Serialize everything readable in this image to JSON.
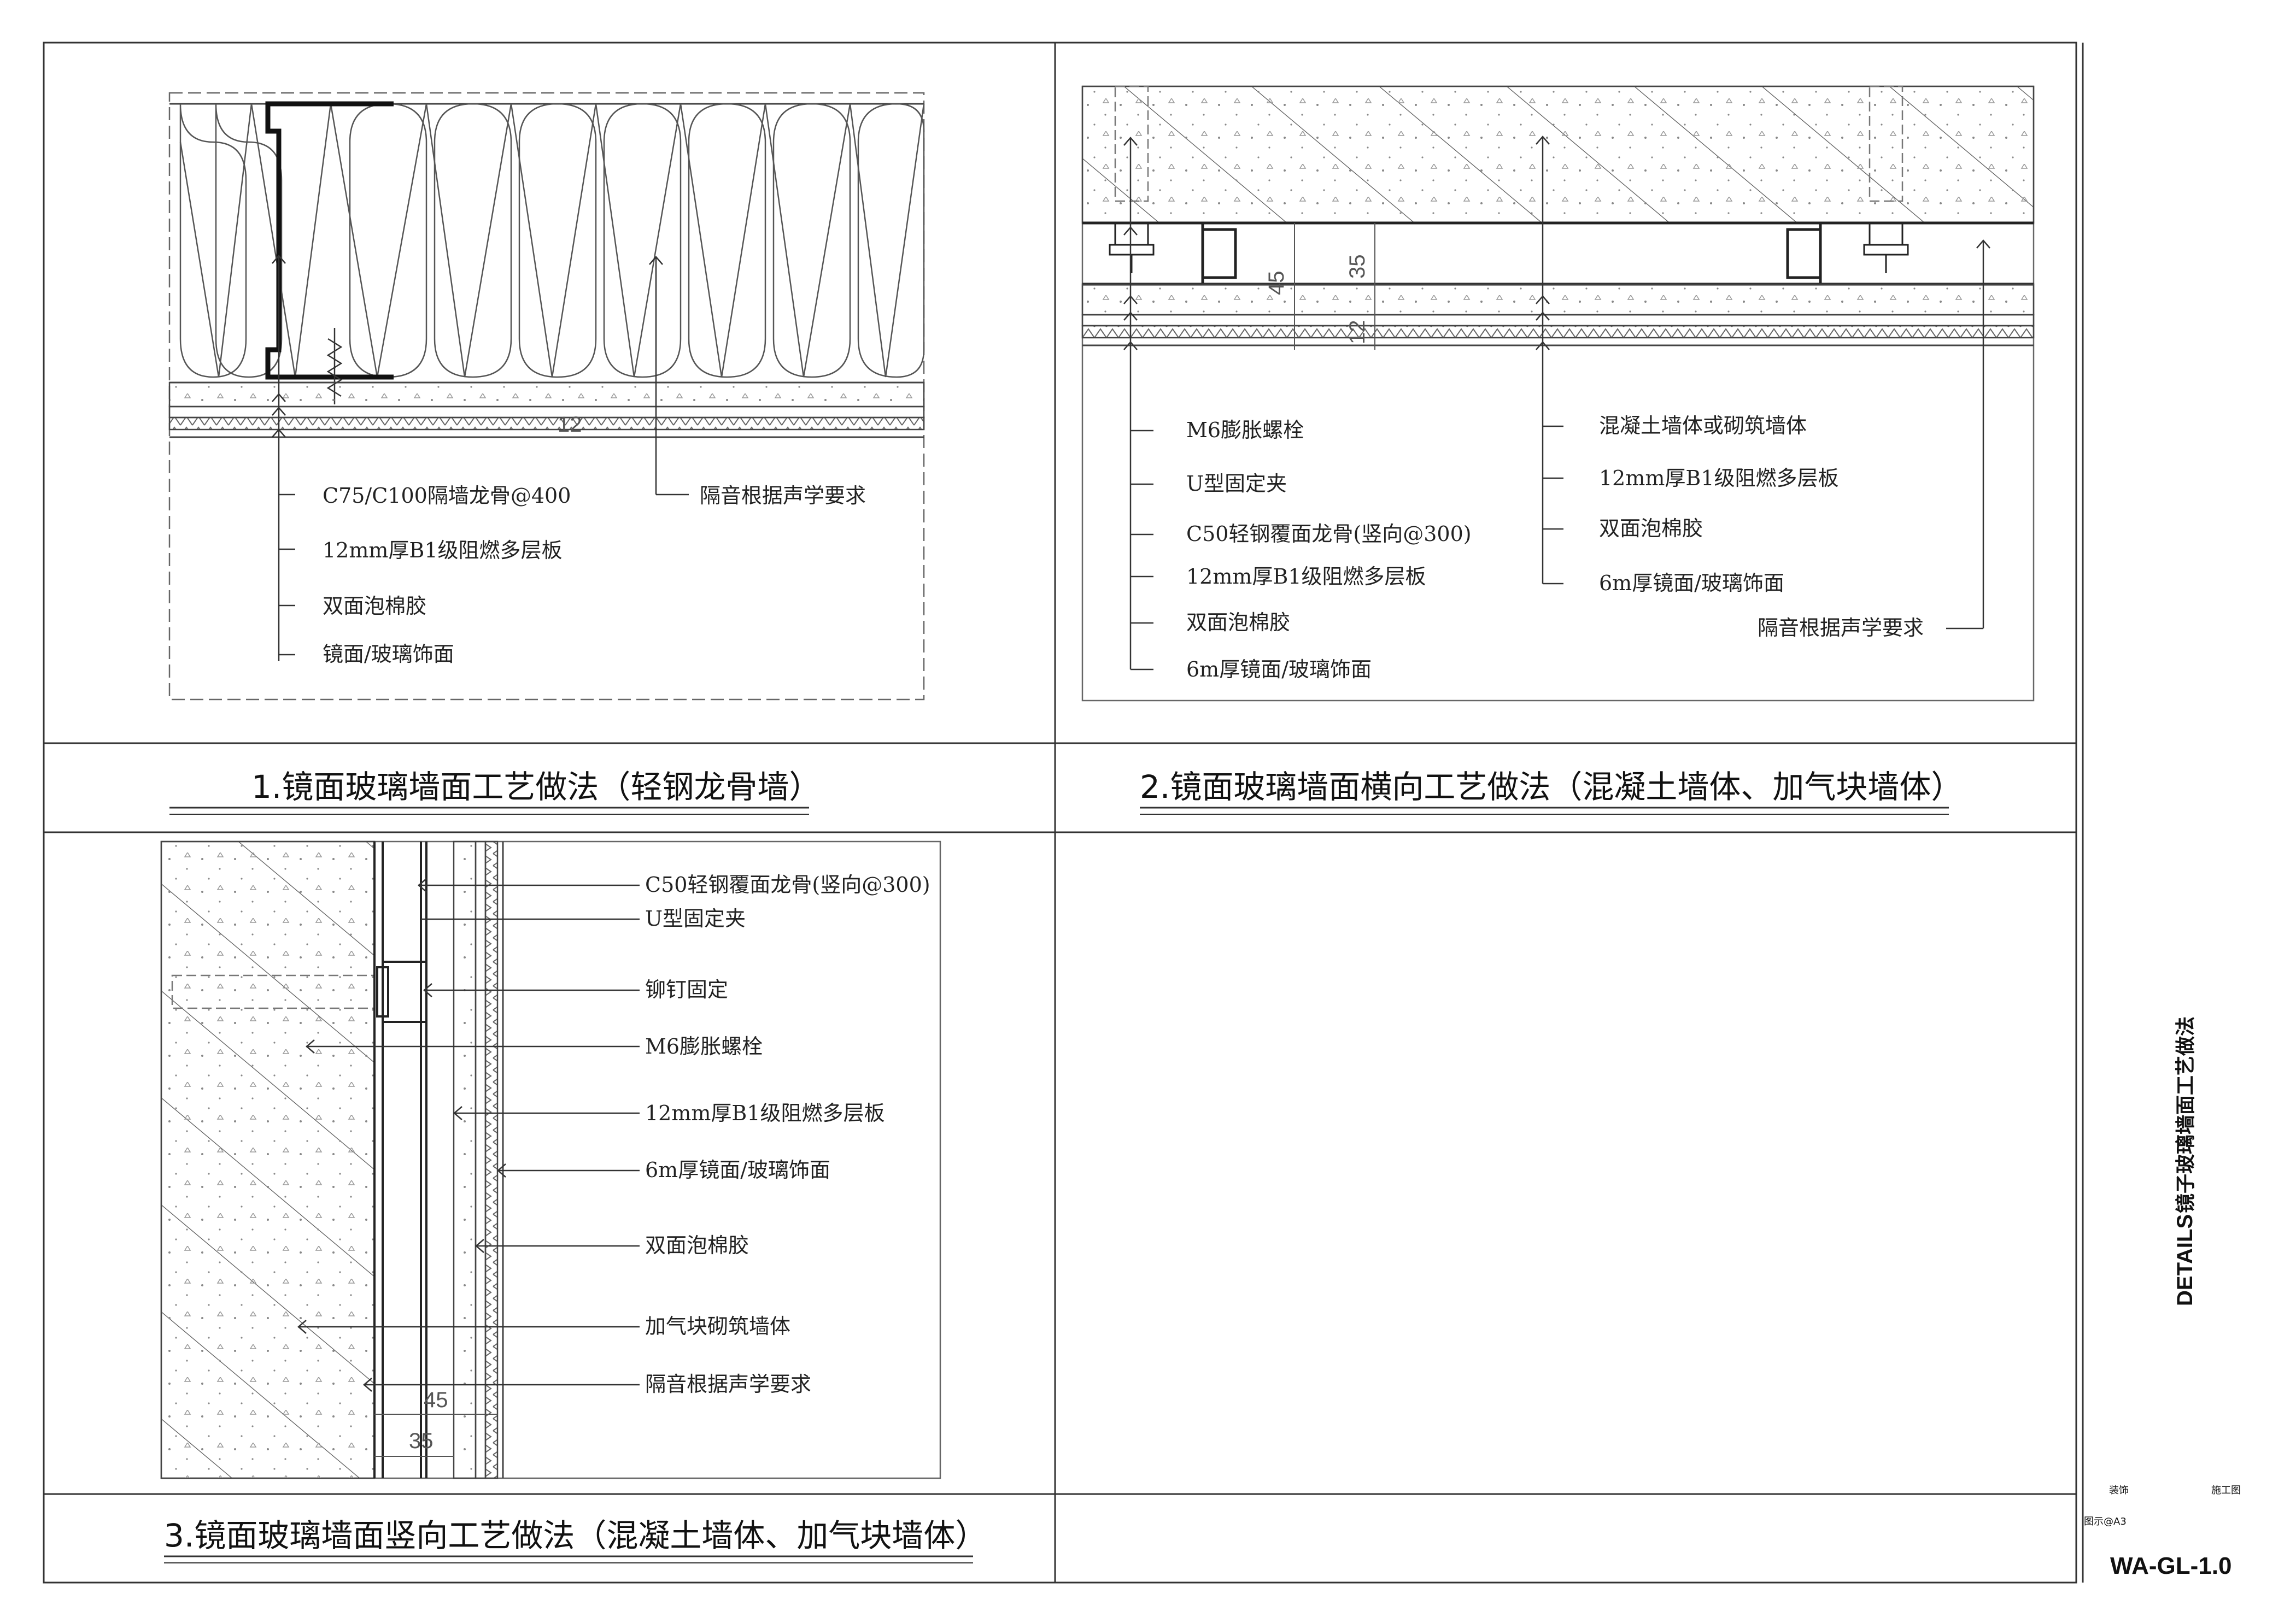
{
  "details": [
    {
      "caption": "1.镜面玻璃墙面工艺做法（轻钢龙骨墙）",
      "labels": [
        "C75/C100隔墙龙骨@400",
        "12mm厚B1级阻燃多层板",
        "双面泡棉胶",
        "镜面/玻璃饰面",
        "隔音根据声学要求"
      ]
    },
    {
      "caption": "2.镜面玻璃墙面横向工艺做法（混凝土墙体、加气块墙体）",
      "labels_left": [
        "M6膨胀螺栓",
        "U型固定夹",
        "C50轻钢覆面龙骨(竖向@300)",
        "12mm厚B1级阻燃多层板",
        "双面泡棉胶",
        "6m厚镜面/玻璃饰面"
      ],
      "labels_right": [
        "混凝土墙体或砌筑墙体",
        "12mm厚B1级阻燃多层板",
        "双面泡棉胶",
        "6m厚镜面/玻璃饰面",
        "隔音根据声学要求"
      ],
      "dims": [
        "45",
        "35",
        "12"
      ]
    },
    {
      "caption": "3.镜面玻璃墙面竖向工艺做法（混凝土墙体、加气块墙体）",
      "labels": [
        "C50轻钢覆面龙骨(竖向@300)",
        "U型固定夹",
        "铆钉固定",
        "M6膨胀螺栓",
        "12mm厚B1级阻燃多层板",
        "6m厚镜面/玻璃饰面",
        "双面泡棉胶",
        "加气块砌筑墙体",
        "隔音根据声学要求"
      ],
      "dims": [
        "45",
        "35"
      ]
    }
  ],
  "title_block": {
    "title_en": "DETAILS",
    "title_cn": "镜子玻璃墙面工艺做法",
    "discipline": "装饰",
    "stage": "施工图",
    "scale": "图示@A3",
    "drawing_no": "WA-GL-1.0"
  }
}
